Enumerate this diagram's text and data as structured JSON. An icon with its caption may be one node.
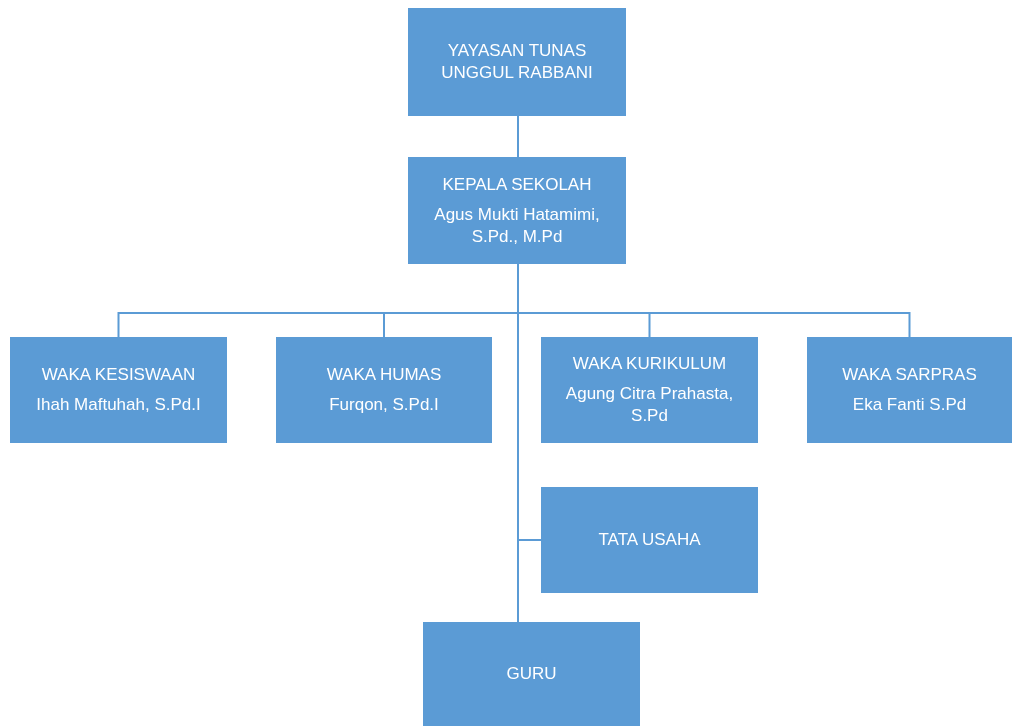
{
  "diagram": {
    "nodes": [
      {
        "text": [
          "YAYASAN TUNAS UNGGUL RABBANI"
        ]
      },
      {
        "text": [
          "KEPALA SEKOLAH",
          "Agus Mukti Hatamimi, S.Pd., M.Pd"
        ]
      },
      {
        "text": [
          "WAKA KESISWAAN",
          "Ihah Maftuhah, S.Pd.I"
        ]
      },
      {
        "text": [
          "WAKA HUMAS",
          "Furqon, S.Pd.I"
        ]
      },
      {
        "text": [
          "WAKA KURIKULUM",
          "Agung Citra Prahasta, S.Pd"
        ]
      },
      {
        "text": [
          "WAKA SARPRAS",
          "Eka Fanti S.Pd"
        ]
      },
      {
        "text": [
          "TATA USAHA"
        ]
      },
      {
        "text": [
          "GURU"
        ]
      }
    ],
    "edges": [
      {
        "from": 0,
        "to": 1,
        "arrow": "none"
      },
      {
        "from": 1,
        "to": 2,
        "arrow": "none"
      },
      {
        "from": 1,
        "to": 3,
        "arrow": "none"
      },
      {
        "from": 1,
        "to": 4,
        "arrow": "none"
      },
      {
        "from": 1,
        "to": 5,
        "arrow": "none"
      },
      {
        "from": 1,
        "to": 6,
        "arrow": "none"
      },
      {
        "from": 1,
        "to": 7,
        "arrow": "none"
      }
    ]
  }
}
